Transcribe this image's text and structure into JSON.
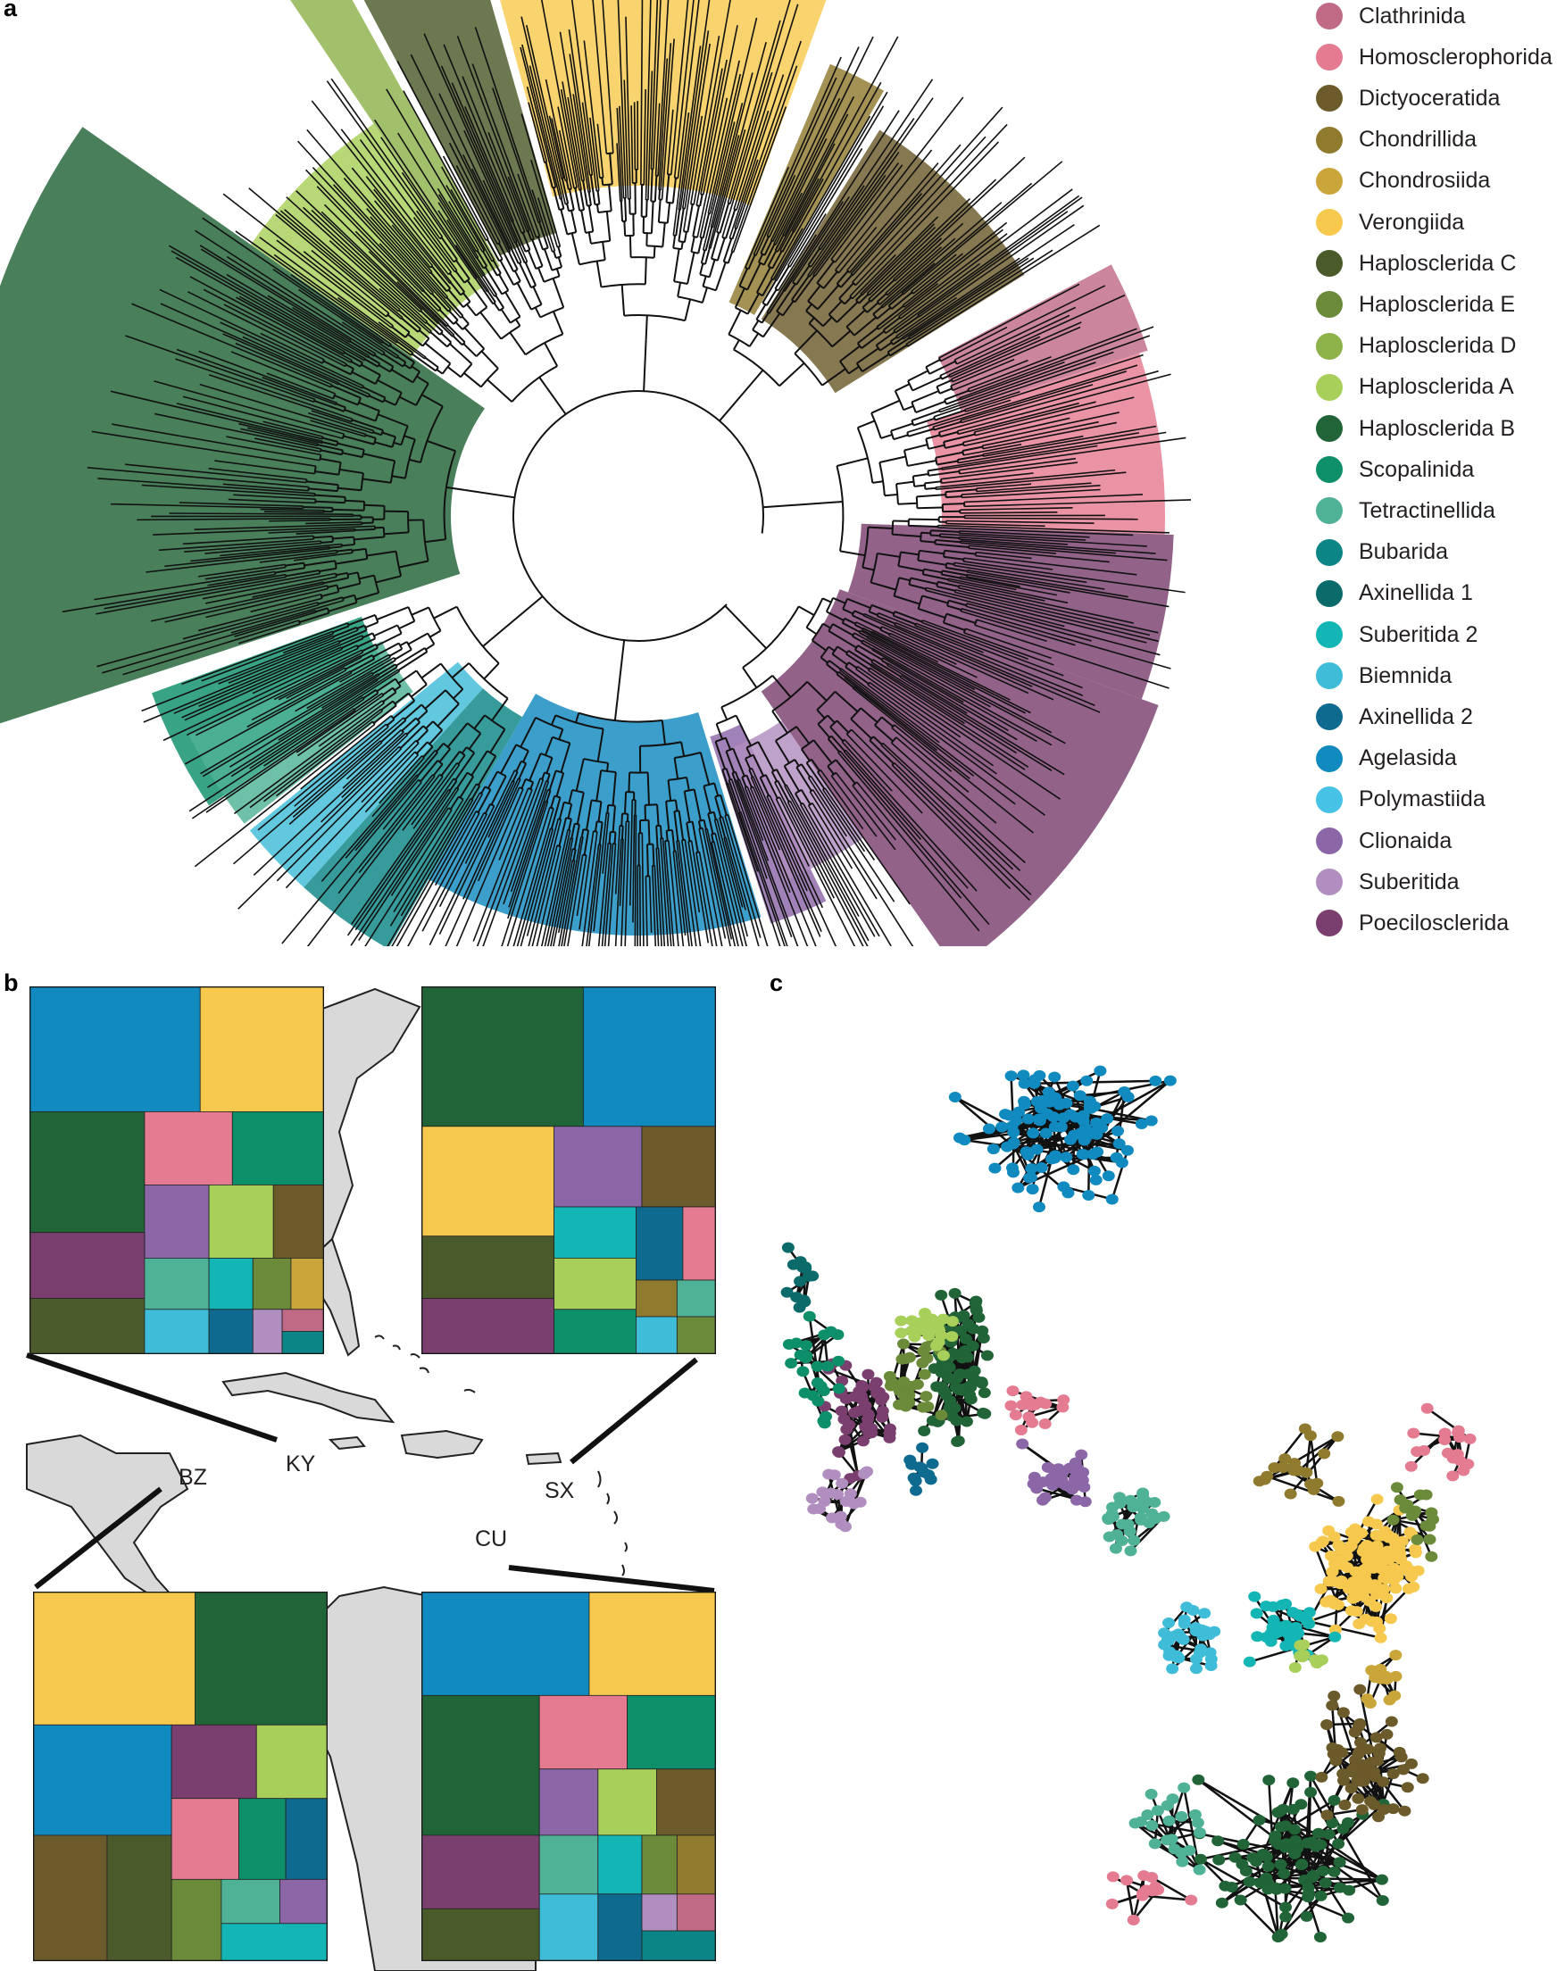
{
  "figure": {
    "panel_a": "a",
    "panel_b": "b",
    "panel_c": "c"
  },
  "legend": [
    {
      "name": "Clathrinida",
      "color": "#c06a86"
    },
    {
      "name": "Homosclerophorida",
      "color": "#e47b91"
    },
    {
      "name": "Dictyoceratida",
      "color": "#6b5a2a"
    },
    {
      "name": "Chondrillida",
      "color": "#8f7a2e"
    },
    {
      "name": "Chondrosiida",
      "color": "#c9a53a"
    },
    {
      "name": "Verongiida",
      "color": "#f6c94e"
    },
    {
      "name": "Haplosclerida C",
      "color": "#4a5a2a"
    },
    {
      "name": "Haplosclerida E",
      "color": "#6b8a3a"
    },
    {
      "name": "Haplosclerida D",
      "color": "#8db24a"
    },
    {
      "name": "Haplosclerida A",
      "color": "#a8cf5a"
    },
    {
      "name": "Haplosclerida B",
      "color": "#216437"
    },
    {
      "name": "Scopalinida",
      "color": "#0d8f6a"
    },
    {
      "name": "Tetractinellida",
      "color": "#4fb296"
    },
    {
      "name": "Bubarida",
      "color": "#0b8585"
    },
    {
      "name": "Axinellida 1",
      "color": "#0b6a6a"
    },
    {
      "name": "Suberitida 2",
      "color": "#13b5b5"
    },
    {
      "name": "Biemnida",
      "color": "#3fbcd8"
    },
    {
      "name": "Axinellida 2",
      "color": "#0e6a8f"
    },
    {
      "name": "Agelasida",
      "color": "#118ac0"
    },
    {
      "name": "Polymastiida",
      "color": "#45c2e6"
    },
    {
      "name": "Clionaida",
      "color": "#8b67a8"
    },
    {
      "name": "Suberitida",
      "color": "#b18ec0"
    },
    {
      "name": "Poecilosclerida",
      "color": "#7a3f6e"
    }
  ],
  "map_labels": {
    "ky": "KY",
    "bz": "BZ",
    "sx": "SX",
    "cu": "CU"
  }
}
